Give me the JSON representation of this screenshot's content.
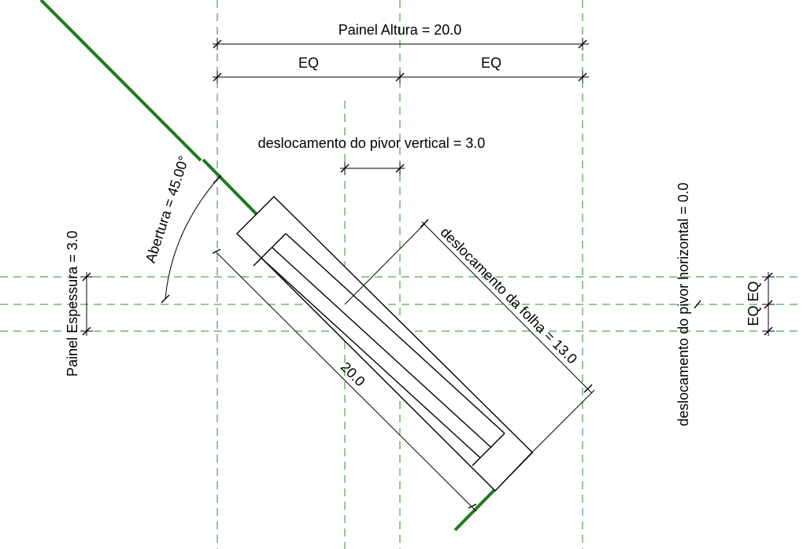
{
  "diagram": {
    "labels": {
      "panel_height": "Painel Altura = 20.0",
      "eq_left": "EQ",
      "eq_right": "EQ",
      "pivot_vertical": "deslocamento do pivor vertical = 3.0",
      "opening": "Abertura = 45.00°",
      "panel_thickness": "Painel Espessura = 3.0",
      "leaf_offset": "deslocamento da folha = 13.0",
      "panel_length": "20.0",
      "pivot_horizontal": "deslocamento do pivor horizontal = 0.0",
      "eq_stack": "EQ EQ"
    },
    "colors": {
      "reference_planes": "#2e8b2e",
      "swing_line": "#1f7a1f",
      "dimensions": "#000000"
    }
  }
}
